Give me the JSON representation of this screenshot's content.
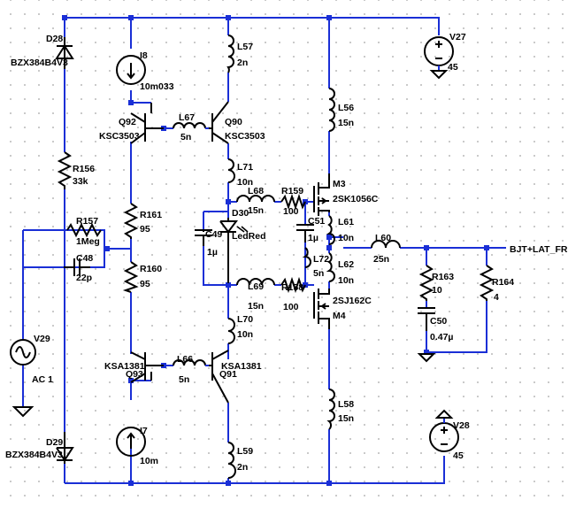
{
  "window": {
    "colors": {
      "wire": "#1a2fd6",
      "component": "#000000",
      "background": "#ffffff"
    }
  },
  "parts": {
    "D28": {
      "ref": "D28",
      "value": "BZX384B4V3"
    },
    "D29": {
      "ref": "D29",
      "value": "BZX384B4V3"
    },
    "I8": {
      "ref": "I8",
      "value": "10m033"
    },
    "I7": {
      "ref": "I7",
      "value": "10m"
    },
    "L57": {
      "ref": "L57",
      "value": "2n"
    },
    "L59": {
      "ref": "L59",
      "value": "2n"
    },
    "L56": {
      "ref": "L56",
      "value": "15n"
    },
    "L58": {
      "ref": "L58",
      "value": "15n"
    },
    "L67": {
      "ref": "L67",
      "value": "5n"
    },
    "L66": {
      "ref": "L66",
      "value": "5n"
    },
    "L71": {
      "ref": "L71",
      "value": "10n"
    },
    "L70": {
      "ref": "L70",
      "value": "10n"
    },
    "L68": {
      "ref": "L68",
      "value": "15n"
    },
    "L69": {
      "ref": "L69",
      "value": "15n"
    },
    "L61": {
      "ref": "L61",
      "value": "10n"
    },
    "L62": {
      "ref": "L62",
      "value": "10n"
    },
    "L72": {
      "ref": "L72",
      "value": "5n"
    },
    "L60": {
      "ref": "L60",
      "value": "25n"
    },
    "Q92": {
      "ref": "Q92",
      "value": "KSC3503"
    },
    "Q90": {
      "ref": "Q90",
      "value": "KSC3503"
    },
    "Q93": {
      "ref": "Q93",
      "value": "KSA1381"
    },
    "Q91": {
      "ref": "Q91",
      "value": "KSA1381"
    },
    "M3": {
      "ref": "M3",
      "value": "2SK1056C"
    },
    "M4": {
      "ref": "M4",
      "value": "2SJ162C"
    },
    "R156": {
      "ref": "R156",
      "value": "33k"
    },
    "R157": {
      "ref": "R157",
      "value": "1Meg"
    },
    "R161": {
      "ref": "R161",
      "value": "95"
    },
    "R160": {
      "ref": "R160",
      "value": "95"
    },
    "R159": {
      "ref": "R159",
      "value": "100"
    },
    "R158": {
      "ref": "R158",
      "value": "100"
    },
    "R163": {
      "ref": "R163",
      "value": "10"
    },
    "R164": {
      "ref": "R164",
      "value": "4"
    },
    "C48": {
      "ref": "C48",
      "value": "22p"
    },
    "C49": {
      "ref": "C49",
      "value": "1µ"
    },
    "C51": {
      "ref": "C51",
      "value": "1µ"
    },
    "C50": {
      "ref": "C50",
      "value": "0.47µ"
    },
    "D30": {
      "ref": "D30",
      "value": "LedRed"
    },
    "V27": {
      "ref": "V27",
      "value": "45"
    },
    "V28": {
      "ref": "V28",
      "value": "45"
    },
    "V29": {
      "ref": "V29",
      "value": "AC 1"
    }
  },
  "net_label": "BJT+LAT_FR"
}
